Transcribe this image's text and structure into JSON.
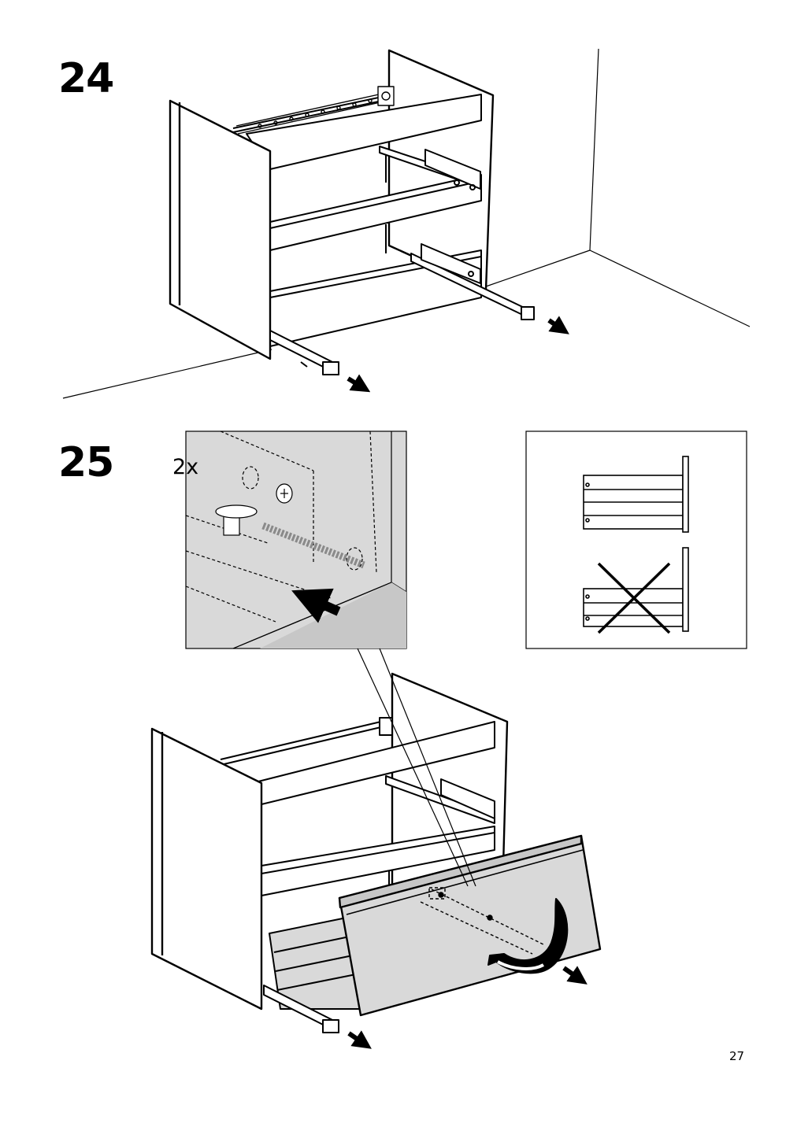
{
  "steps": [
    {
      "number": "24"
    },
    {
      "number": "25",
      "quantity": "2x"
    }
  ],
  "page_number": "27"
}
